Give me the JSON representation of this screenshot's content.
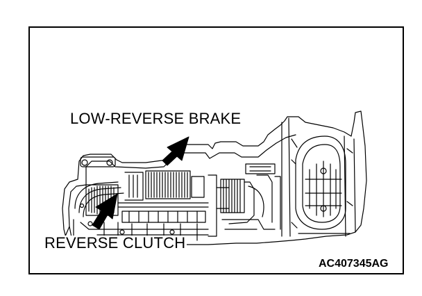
{
  "figure": {
    "labels": {
      "low_reverse_brake": "LOW-REVERSE BRAKE",
      "reverse_clutch": "REVERSE CLUTCH"
    },
    "figure_id": "AC407345AG"
  }
}
